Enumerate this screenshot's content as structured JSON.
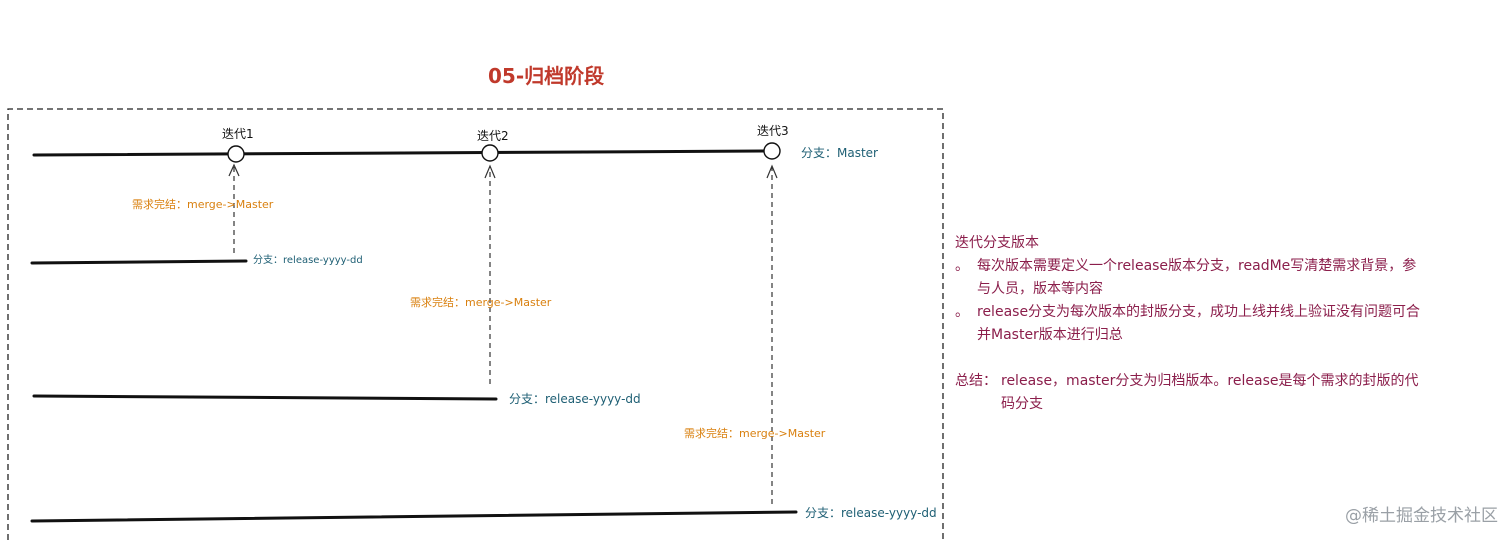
{
  "title": "05-归档阶段",
  "iterations": [
    {
      "label": "迭代1"
    },
    {
      "label": "迭代2"
    },
    {
      "label": "迭代3"
    }
  ],
  "master_branch_label": "分支：Master",
  "merge_labels": [
    "需求完结：merge->Master",
    "需求完结：merge->Master",
    "需求完结：merge->Master"
  ],
  "release_branch_labels": [
    "分支：release-yyyy-dd",
    "分支：release-yyyy-dd",
    "分支：release-yyyy-dd"
  ],
  "notes": {
    "heading": "迭代分支版本",
    "bullet": "。",
    "items": [
      "每次版本需要定义一个release版本分支，readMe写清楚需求背景，参与人员，版本等内容",
      "release分支为每次版本的封版分支，成功上线并线上验证没有问题可合并Master版本进行归总"
    ],
    "summary_lead": "总结：",
    "summary_text": "release，master分支为归档版本。release是每个需求的封版的代码分支"
  },
  "watermark": "@稀土掘金技术社区",
  "colors": {
    "title": "#c0392b",
    "merge": "#d9800f",
    "branch": "#1e5f74",
    "notes": "#8b1e4b",
    "line": "#111111"
  }
}
